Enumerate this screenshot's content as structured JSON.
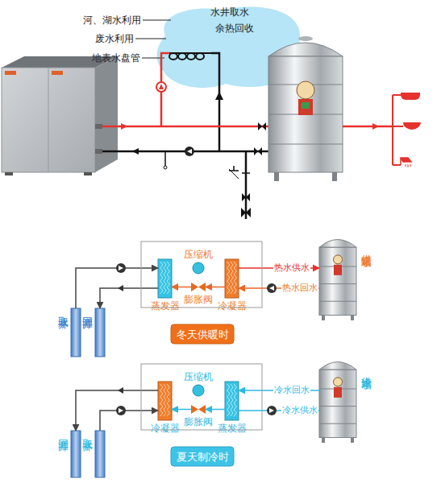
{
  "diagram": {
    "nodes": [
      {
        "text": [
          "水井取水",
          "余热回收"
        ]
      },
      {
        "text": [
          "蒸发器"
        ]
      },
      {
        "text": [
          "压缩机"
        ]
      },
      {
        "text": [
          "膨胀阀"
        ]
      },
      {
        "text": [
          "冷凝器"
        ]
      },
      {
        "text": [
          "供暖水箱"
        ]
      },
      {
        "text": [
          "取水井"
        ]
      },
      {
        "text": [
          "回灌井"
        ]
      },
      {
        "text": [
          "冬天供暖时"
        ]
      },
      {
        "text": [
          "冷凝器"
        ]
      },
      {
        "text": [
          "压缩机"
        ]
      },
      {
        "text": [
          "膨胀阀"
        ]
      },
      {
        "text": [
          "蒸发器"
        ]
      },
      {
        "text": [
          "供冷水箱"
        ]
      },
      {
        "text": [
          "回灌井"
        ]
      },
      {
        "text": [
          "取水井"
        ]
      },
      {
        "text": [
          "夏天制冷时"
        ]
      }
    ],
    "edges": [
      {
        "from": 6,
        "to": 1,
        "arrow": "to"
      },
      {
        "from": 1,
        "to": 7,
        "arrow": "to"
      },
      {
        "from": 4,
        "to": 3,
        "arrow": "to"
      },
      {
        "from": 3,
        "to": 1,
        "arrow": "to"
      },
      {
        "from": 4,
        "to": 5,
        "label": "热水供水",
        "arrow": "to"
      },
      {
        "from": 5,
        "to": 4,
        "label": "热水回水",
        "arrow": "to"
      },
      {
        "from": 9,
        "to": 14,
        "arrow": "to"
      },
      {
        "from": 15,
        "to": 9,
        "arrow": "to"
      },
      {
        "from": 12,
        "to": 11,
        "arrow": "to"
      },
      {
        "from": 11,
        "to": 9,
        "arrow": "to"
      },
      {
        "from": 13,
        "to": 12,
        "label": "冷水回水",
        "arrow": "to"
      },
      {
        "from": 12,
        "to": 13,
        "label": "冷水供水",
        "arrow": "to"
      }
    ],
    "labels": [
      "河、湖水利用",
      "废水利用",
      "地表水盘管"
    ]
  }
}
